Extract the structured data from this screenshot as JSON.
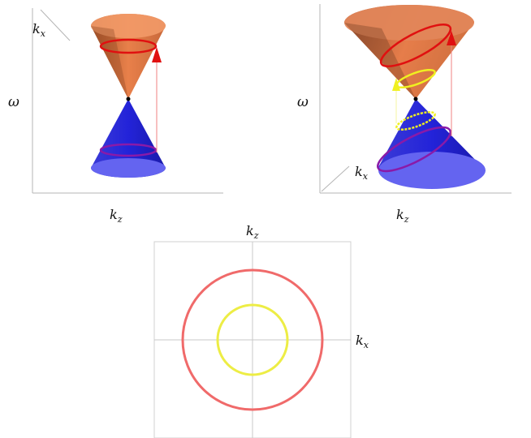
{
  "panels": {
    "left_cone": {
      "kx_label": "k",
      "kx_sub": "x",
      "omega_label": "ω",
      "kz_label": "k",
      "kz_sub": "z"
    },
    "right_cone": {
      "kx_label": "k",
      "kx_sub": "x",
      "omega_label": "ω",
      "kz_label": "k",
      "kz_sub": "z"
    },
    "bottom_plane": {
      "kz_label": "k",
      "kz_sub": "z",
      "kx_label": "k",
      "kx_sub": "x"
    }
  },
  "colors": {
    "upper_cone": "#e8804a",
    "lower_cone": "#2626d9",
    "red_contour": "#e01010",
    "purple_contour": "#8a1aa8",
    "yellow_contour": "#f0f020",
    "outer_circle": "#f06a6a",
    "inner_circle": "#eded45",
    "axis_gray": "#b5b5b5"
  },
  "contours": {
    "outer_radius_ratio": 1.0,
    "inner_radius_ratio": 0.5
  }
}
